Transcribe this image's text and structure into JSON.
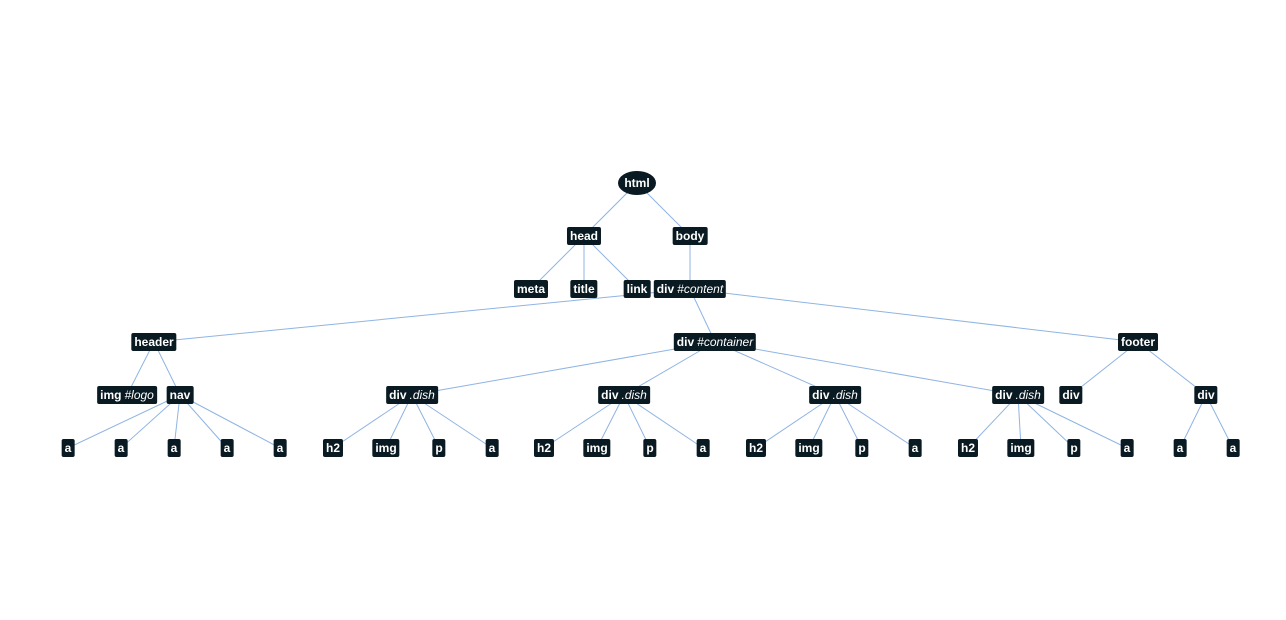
{
  "tree": {
    "colors": {
      "node": "#0a1a22",
      "edge": "#8fb4e3",
      "text": "#ffffff"
    },
    "nodes": [
      {
        "id": "html",
        "tag": "html",
        "sel": "",
        "parent": null
      },
      {
        "id": "head",
        "tag": "head",
        "sel": "",
        "parent": "html"
      },
      {
        "id": "body",
        "tag": "body",
        "sel": "",
        "parent": "html"
      },
      {
        "id": "meta",
        "tag": "meta",
        "sel": "",
        "parent": "head"
      },
      {
        "id": "title",
        "tag": "title",
        "sel": "",
        "parent": "head"
      },
      {
        "id": "link",
        "tag": "link",
        "sel": "",
        "parent": "head"
      },
      {
        "id": "content",
        "tag": "div",
        "sel": "#content",
        "parent": "body"
      },
      {
        "id": "header",
        "tag": "header",
        "sel": "",
        "parent": "content"
      },
      {
        "id": "container",
        "tag": "div",
        "sel": "#container",
        "parent": "content"
      },
      {
        "id": "footer",
        "tag": "footer",
        "sel": "",
        "parent": "content"
      },
      {
        "id": "logo",
        "tag": "img",
        "sel": "#logo",
        "parent": "header"
      },
      {
        "id": "nav",
        "tag": "nav",
        "sel": "",
        "parent": "header"
      },
      {
        "id": "dish1",
        "tag": "div",
        "sel": ".dish",
        "parent": "container"
      },
      {
        "id": "dish2",
        "tag": "div",
        "sel": ".dish",
        "parent": "container"
      },
      {
        "id": "dish3",
        "tag": "div",
        "sel": ".dish",
        "parent": "container"
      },
      {
        "id": "dish4",
        "tag": "div",
        "sel": ".dish",
        "parent": "container"
      },
      {
        "id": "fdiv1",
        "tag": "div",
        "sel": "",
        "parent": "footer"
      },
      {
        "id": "fdiv2",
        "tag": "div",
        "sel": "",
        "parent": "footer"
      },
      {
        "id": "nav_a1",
        "tag": "a",
        "sel": "",
        "parent": "nav"
      },
      {
        "id": "nav_a2",
        "tag": "a",
        "sel": "",
        "parent": "nav"
      },
      {
        "id": "nav_a3",
        "tag": "a",
        "sel": "",
        "parent": "nav"
      },
      {
        "id": "nav_a4",
        "tag": "a",
        "sel": "",
        "parent": "nav"
      },
      {
        "id": "nav_a5",
        "tag": "a",
        "sel": "",
        "parent": "nav"
      },
      {
        "id": "d1_h2",
        "tag": "h2",
        "sel": "",
        "parent": "dish1"
      },
      {
        "id": "d1_img",
        "tag": "img",
        "sel": "",
        "parent": "dish1"
      },
      {
        "id": "d1_p",
        "tag": "p",
        "sel": "",
        "parent": "dish1"
      },
      {
        "id": "d1_a",
        "tag": "a",
        "sel": "",
        "parent": "dish1"
      },
      {
        "id": "d2_h2",
        "tag": "h2",
        "sel": "",
        "parent": "dish2"
      },
      {
        "id": "d2_img",
        "tag": "img",
        "sel": "",
        "parent": "dish2"
      },
      {
        "id": "d2_p",
        "tag": "p",
        "sel": "",
        "parent": "dish2"
      },
      {
        "id": "d2_a",
        "tag": "a",
        "sel": "",
        "parent": "dish2"
      },
      {
        "id": "d3_h2",
        "tag": "h2",
        "sel": "",
        "parent": "dish3"
      },
      {
        "id": "d3_img",
        "tag": "img",
        "sel": "",
        "parent": "dish3"
      },
      {
        "id": "d3_p",
        "tag": "p",
        "sel": "",
        "parent": "dish3"
      },
      {
        "id": "d3_a",
        "tag": "a",
        "sel": "",
        "parent": "dish3"
      },
      {
        "id": "d4_h2",
        "tag": "h2",
        "sel": "",
        "parent": "dish4"
      },
      {
        "id": "d4_img",
        "tag": "img",
        "sel": "",
        "parent": "dish4"
      },
      {
        "id": "d4_p",
        "tag": "p",
        "sel": "",
        "parent": "dish4"
      },
      {
        "id": "d4_a",
        "tag": "a",
        "sel": "",
        "parent": "dish4"
      },
      {
        "id": "f_a1",
        "tag": "a",
        "sel": "",
        "parent": "fdiv2"
      },
      {
        "id": "f_a2",
        "tag": "a",
        "sel": "",
        "parent": "fdiv2"
      }
    ]
  }
}
